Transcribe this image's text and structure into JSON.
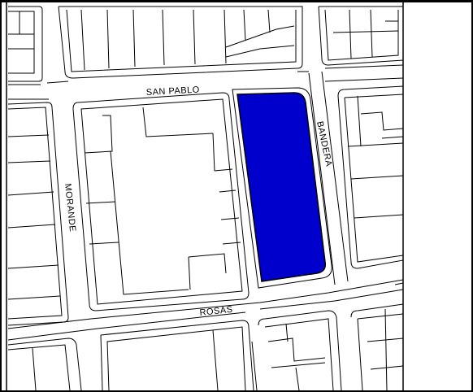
{
  "map": {
    "colors": {
      "background": "#ffffff",
      "lines": "#000000",
      "highlight_fill": "#0000cc",
      "frame": "#000000"
    },
    "streets": {
      "san_pablo": "SAN PABLO",
      "bandera": "BANDERA",
      "morande": "MORANDE",
      "rosas": "ROSAS"
    },
    "highlighted_parcel": {
      "description_color": "#0000cc"
    }
  }
}
